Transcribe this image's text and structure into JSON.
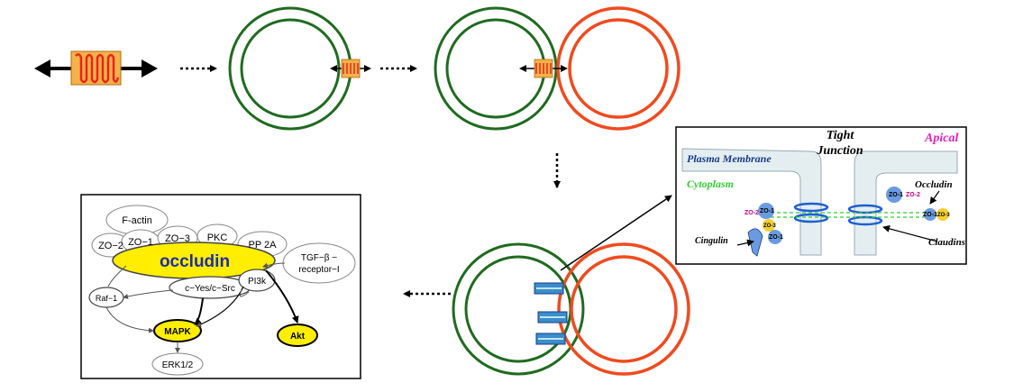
{
  "tight_junction_panel": {
    "title_line1": "Tight",
    "title_line2": "Junction",
    "apical": "Apical",
    "plasma_membrane": "Plasma Membrane",
    "cytoplasm": "Cytoplasm",
    "occludin": "Occludin",
    "claudins": "Claudins",
    "cingulin": "Cingulin",
    "zo1": "ZO-1",
    "zo2": "ZO-2",
    "zo3": "ZO-3"
  },
  "network_panel": {
    "f_actin": "F-actin",
    "zo1": "ZO−1",
    "zo2": "ZO−2",
    "zo3": "ZO−3",
    "pkc": "PKC",
    "pp2a": "PP 2A",
    "occludin": "occludin",
    "tgf_line1": "TGF−β −",
    "tgf_line2": "receptor−I",
    "cyes": "c−Yes/c−Src",
    "pi3k": "PI3k",
    "raf1": "Raf−1",
    "mapk": "MAPK",
    "akt": "Akt",
    "erk": "ERK1/2"
  },
  "colors": {
    "green_ring": "#1f6b1f",
    "red_ring": "#f04a1e",
    "occludin_yellow": "#ffee00",
    "box_orange": "#f5b14a",
    "protein_red": "#e8241a",
    "membrane_blue": "#1b3a8c",
    "apical_magenta": "#e020c0",
    "cytoplasm_green": "#33cc33"
  }
}
